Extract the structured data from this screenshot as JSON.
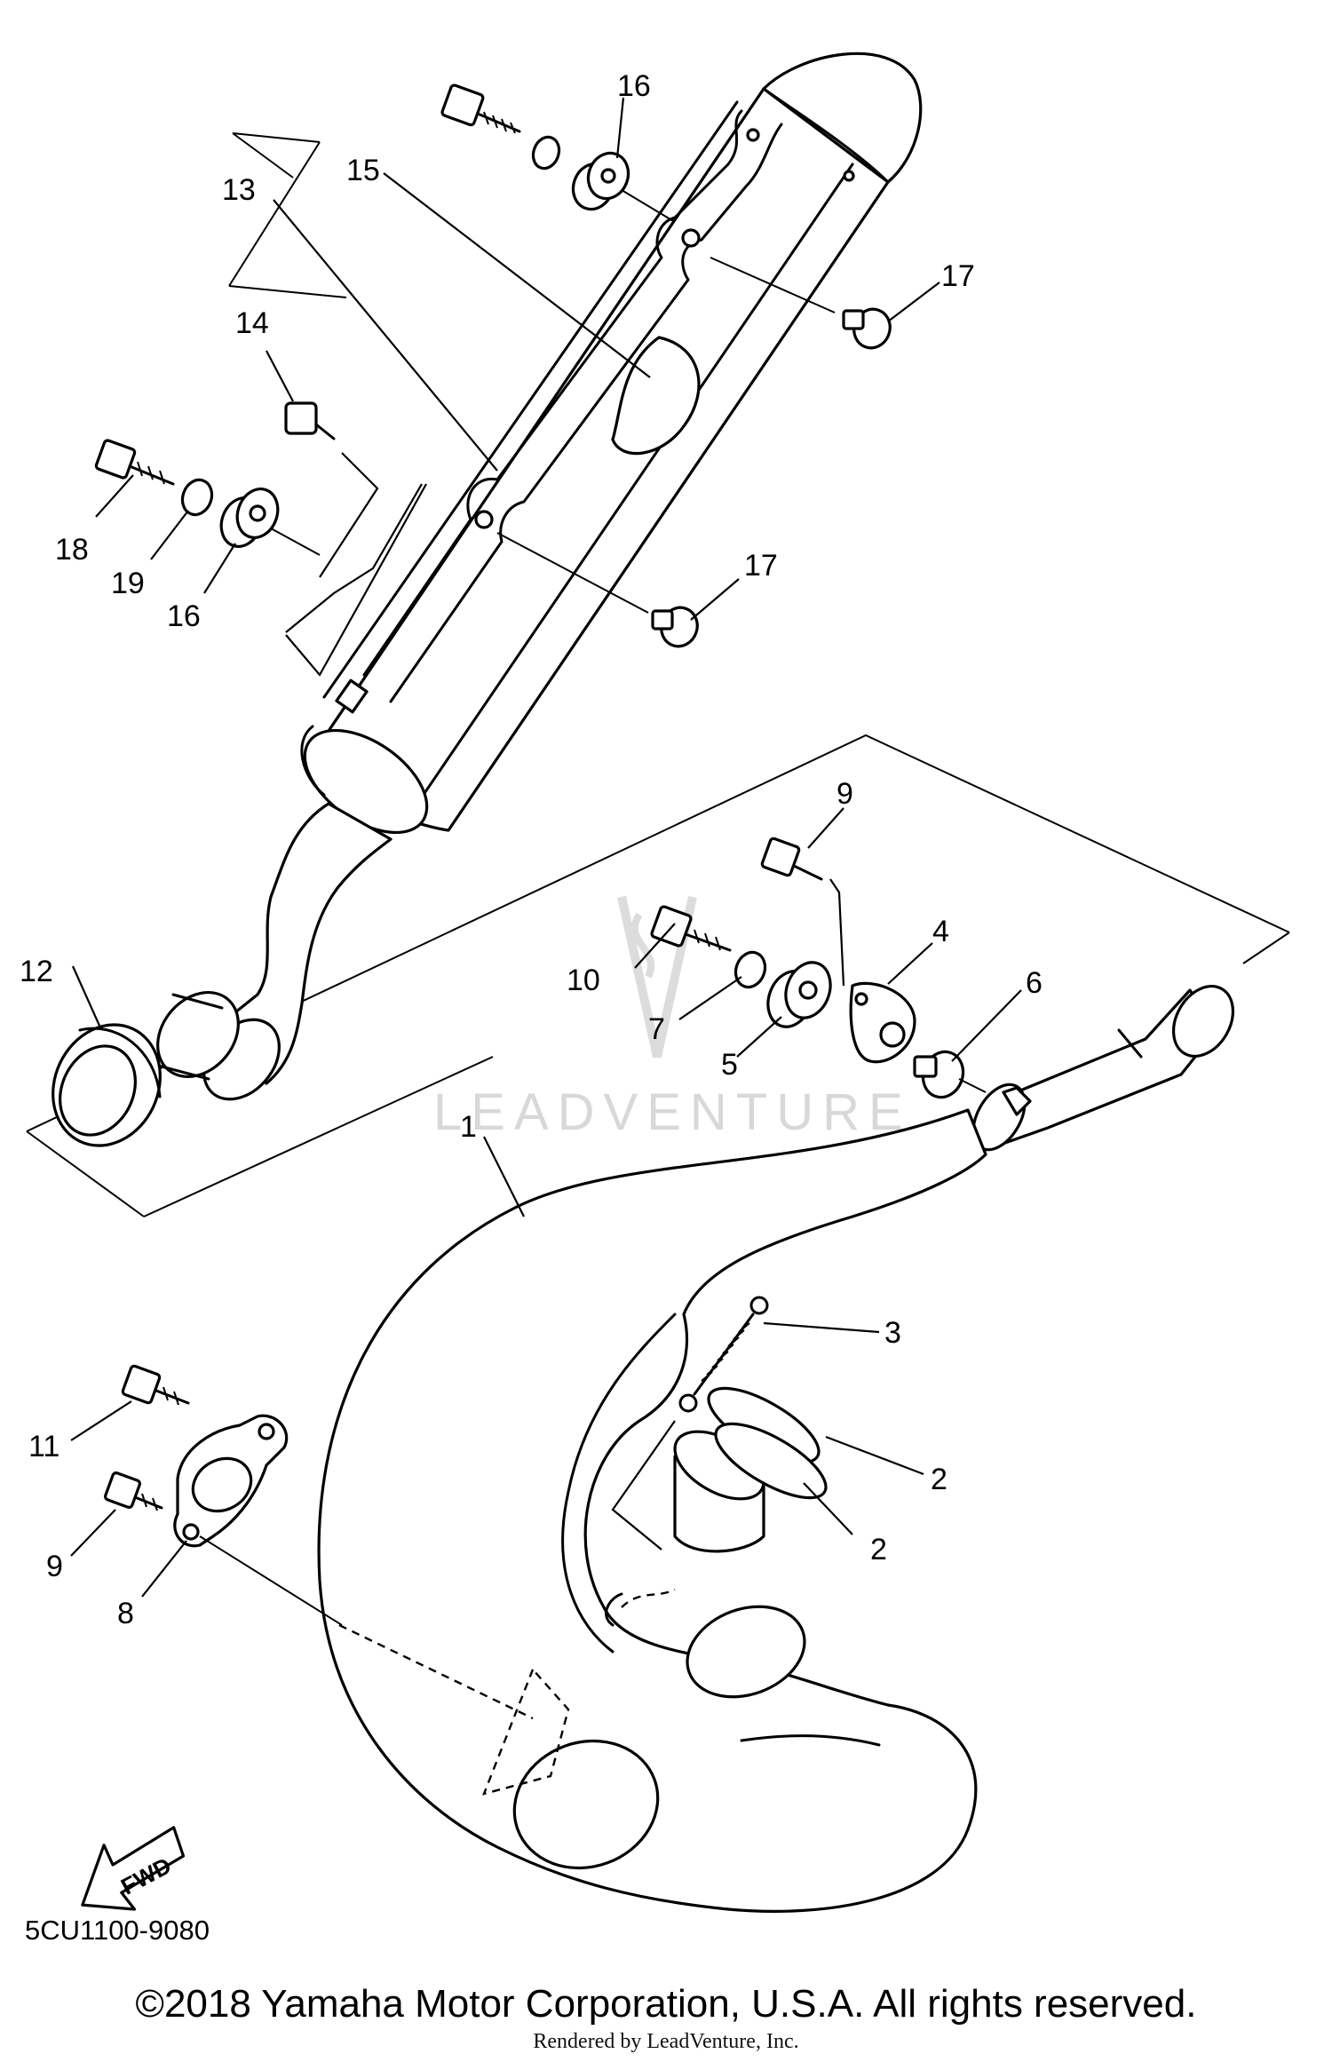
{
  "callouts": {
    "c1": "1",
    "c2a": "2",
    "c2b": "2",
    "c3": "3",
    "c4": "4",
    "c5": "5",
    "c6": "6",
    "c7": "7",
    "c8": "8",
    "c9a": "9",
    "c9b": "9",
    "c10": "10",
    "c11": "11",
    "c12": "12",
    "c13": "13",
    "c14": "14",
    "c15": "15",
    "c16a": "16",
    "c16b": "16",
    "c17a": "17",
    "c17b": "17",
    "c18": "18",
    "c19": "19"
  },
  "watermark": "LEADVENTURE",
  "fwd_label": "FWD",
  "diagram_code": "5CU1100-9080",
  "copyright": "©2018 Yamaha Motor Corporation, U.S.A. All rights reserved.",
  "rendered_by": "Rendered by LeadVenture, Inc.",
  "colors": {
    "line": "#000000",
    "background": "#ffffff",
    "watermark": "#d8d8d8"
  }
}
